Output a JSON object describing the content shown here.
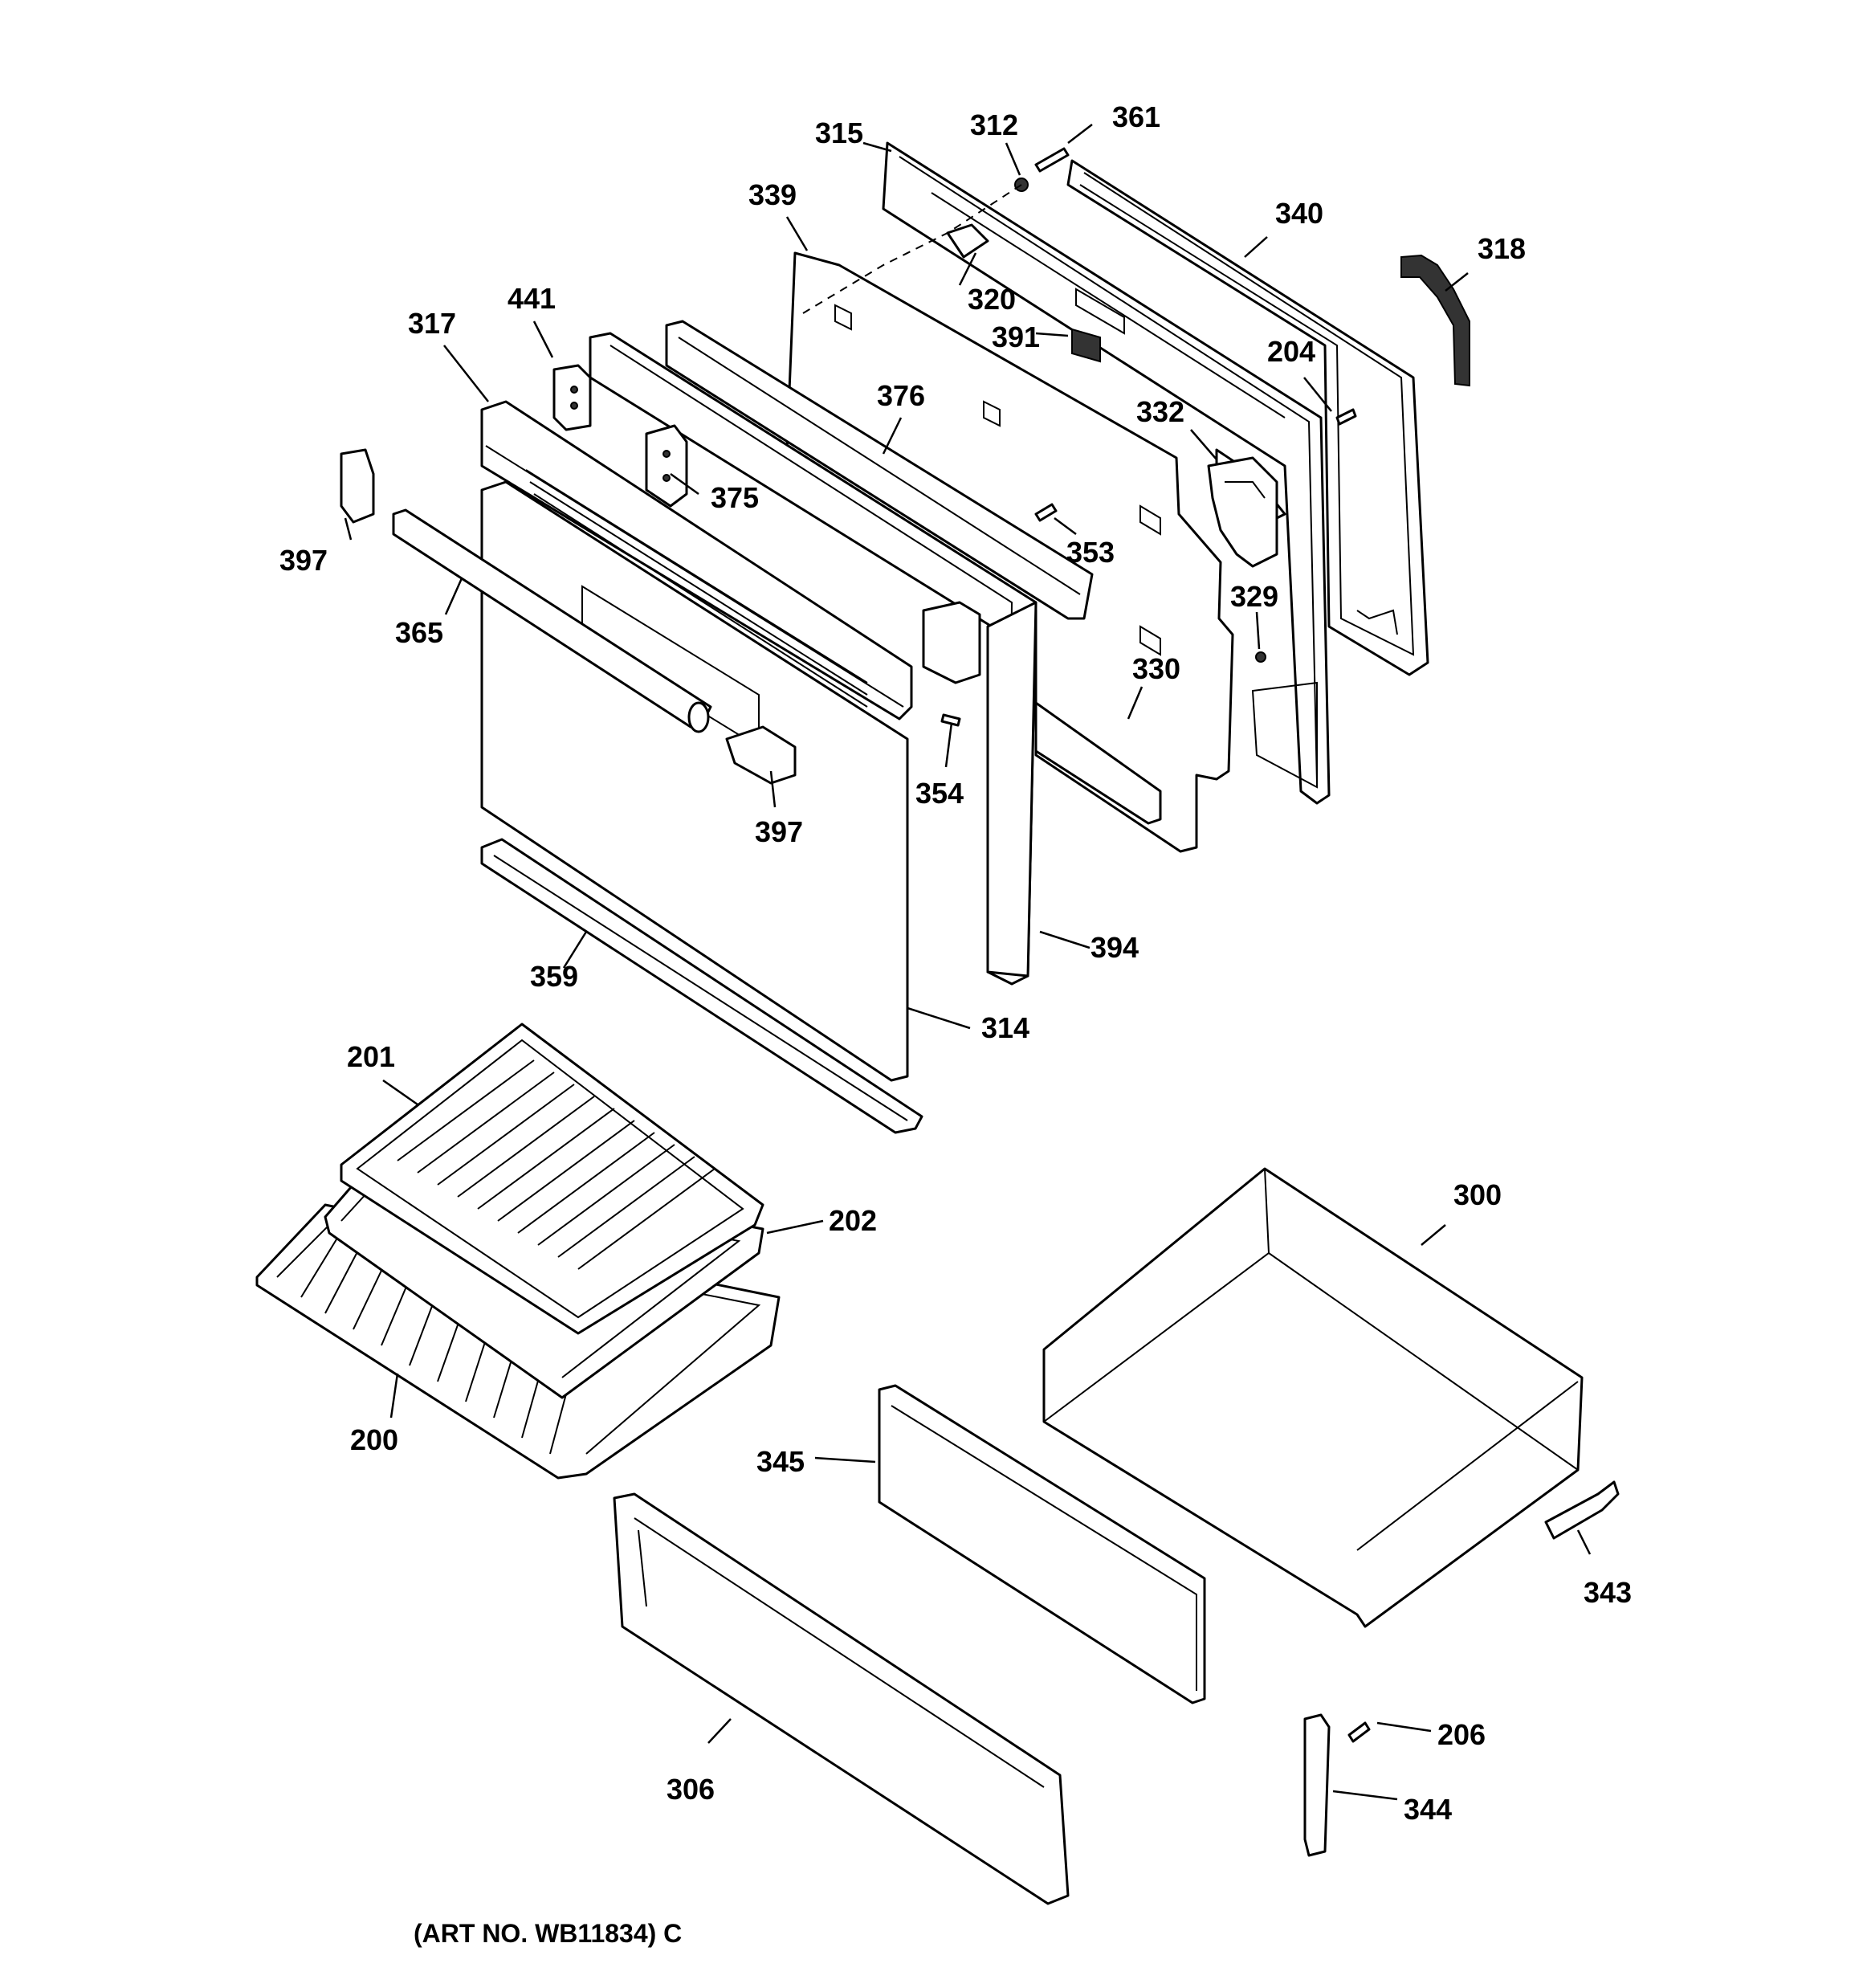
{
  "art_number": "(ART NO. WB11834) C",
  "callouts": [
    "315",
    "312",
    "361",
    "339",
    "340",
    "318",
    "441",
    "317",
    "320",
    "391",
    "204",
    "376",
    "332",
    "375",
    "397",
    "353",
    "365",
    "329",
    "330",
    "354",
    "394",
    "359",
    "314",
    "201",
    "202",
    "300",
    "200",
    "345",
    "343",
    "306",
    "206",
    "344"
  ]
}
